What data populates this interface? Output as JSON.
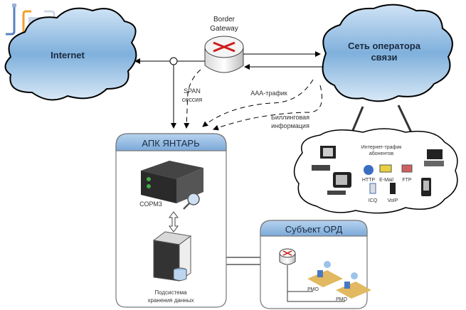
{
  "nodes": {
    "internet": {
      "label": "Internet"
    },
    "gateway": {
      "label_line1": "Border",
      "label_line2": "Gateway"
    },
    "operator": {
      "label_line1": "Сеть оператора",
      "label_line2": "связи"
    },
    "apk": {
      "title": "АПК ЯНТАРЬ",
      "sorm_label": "СОРМ3",
      "storage_line1": "Подсистема",
      "storage_line2": "хранения данных"
    },
    "subscribers": {
      "title_line1": "Интернет-трафик",
      "title_line2": "абонентов",
      "protocols": [
        "HTTP",
        "E-Mail",
        "FTP",
        "ICQ",
        "VoIP"
      ]
    },
    "ord": {
      "title": "Субъект ОРД",
      "workstations": [
        "РМО",
        "РМО"
      ]
    }
  },
  "edges": {
    "span_line1": "SPAN",
    "span_line2": "сессия",
    "aaa": "AAA-трафик",
    "billing_line1": "Биллинговая",
    "billing_line2": "информация"
  },
  "colors": {
    "cloud_fill": "#7fb0dc",
    "header_fill": "#8db6e0",
    "router_arrow": "#d01c1c",
    "logo_orange": "#f0a030",
    "logo_blue": "#5a80c0"
  }
}
